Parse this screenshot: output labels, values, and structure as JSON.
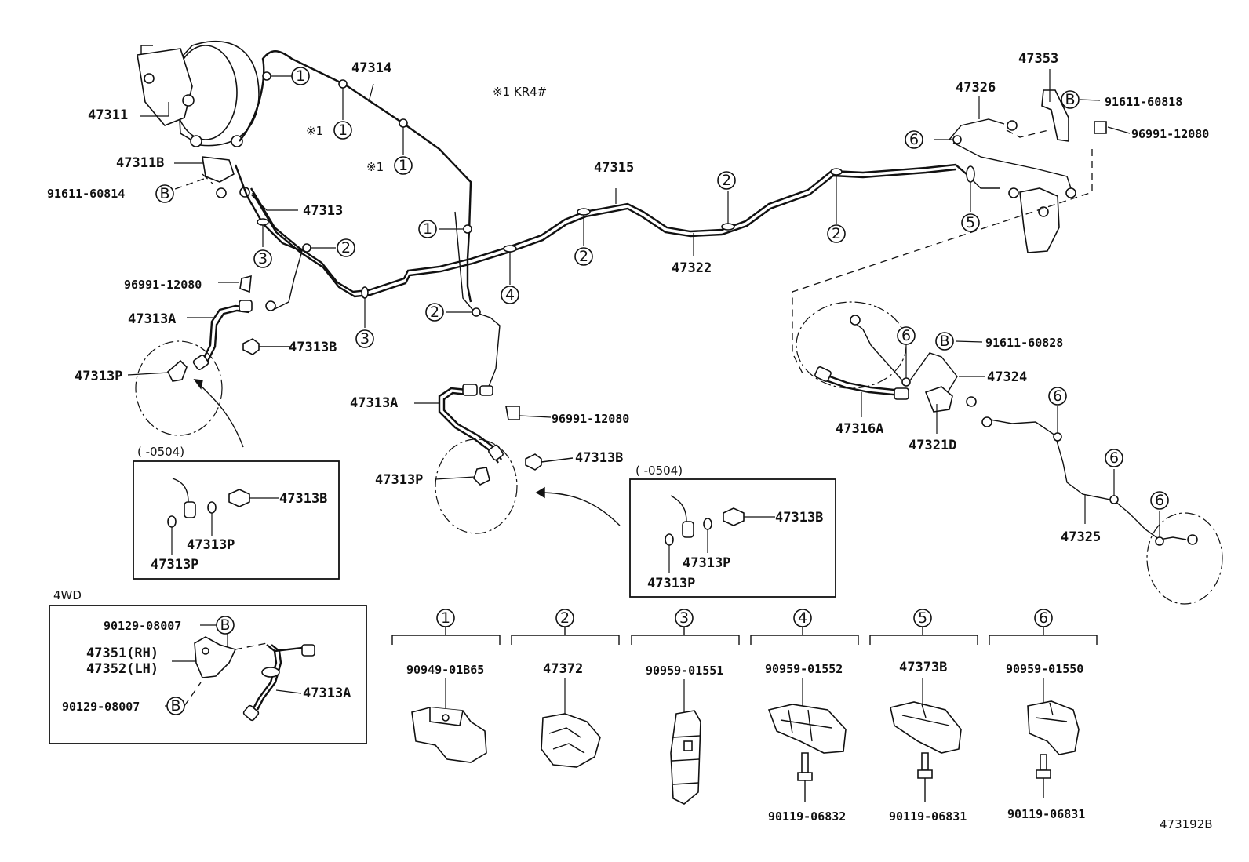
{
  "note": "※1 KR4#",
  "figure_id": "473192B",
  "labels": {
    "p47314": "47314",
    "p47311": "47311",
    "p47311B": "47311B",
    "p91611_60814": "91611-60814",
    "p47313": "47313",
    "p96991_a": "96991-12080",
    "p47313A_a": "47313A",
    "p47313B_a": "47313B",
    "p47313P_a": "47313P",
    "p47315": "47315",
    "p47322": "47322",
    "p47313A_b": "47313A",
    "p96991_b": "96991-12080",
    "p47313B_b": "47313B",
    "p47313P_b": "47313P",
    "p47353": "47353",
    "p47326": "47326",
    "p91611_60818": "91611-60818",
    "p96991_c": "96991-12080",
    "p91611_60828": "91611-60828",
    "p47324": "47324",
    "p47316A": "47316A",
    "p47321D": "47321D",
    "p47325": "47325"
  },
  "markers": {
    "star1": "※1",
    "c1": "1",
    "c2": "2",
    "c3": "3",
    "c4": "4",
    "c5": "5",
    "c6": "6",
    "cB": "B"
  },
  "inset_left": {
    "caption": "(      -0504)",
    "bolt": "47313B",
    "gasket_1": "47313P",
    "gasket_2": "47313P"
  },
  "inset_mid": {
    "caption": "(      -0504)",
    "bolt": "47313B",
    "gasket_1": "47313P",
    "gasket_2": "47313P"
  },
  "inset_4wd": {
    "title": "4WD",
    "bolt_top": "90129-08007",
    "bracket_rh": "47351(RH)",
    "bracket_lh": "47352(LH)",
    "bolt_bottom": "90129-08007",
    "hose": "47313A"
  },
  "clamps": [
    {
      "key": "1",
      "part": "90949-01B65",
      "bolt": ""
    },
    {
      "key": "2",
      "part": "47372",
      "bolt": ""
    },
    {
      "key": "3",
      "part": "90959-01551",
      "bolt": ""
    },
    {
      "key": "4",
      "part": "90959-01552",
      "bolt": "90119-06832"
    },
    {
      "key": "5",
      "part": "47373B",
      "bolt": "90119-06831"
    },
    {
      "key": "6",
      "part": "90959-01550",
      "bolt": "90119-06831"
    }
  ]
}
